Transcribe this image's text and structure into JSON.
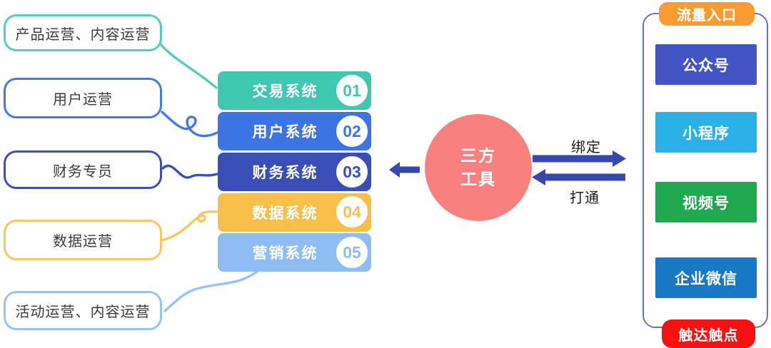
{
  "roles": [
    {
      "label": "产品运营、内容运营",
      "color": "#54ccc0"
    },
    {
      "label": "用户运营",
      "color": "#4678e8"
    },
    {
      "label": "财务专员",
      "color": "#3d4fb2"
    },
    {
      "label": "数据运营",
      "color": "#f7c85f"
    },
    {
      "label": "活动运营、内容运营",
      "color": "#93c4f4"
    }
  ],
  "systems": [
    {
      "label": "交易系统",
      "number": "01",
      "color": "#3fc7b2"
    },
    {
      "label": "用户系统",
      "number": "02",
      "color": "#3d74e4"
    },
    {
      "label": "财务系统",
      "number": "03",
      "color": "#3a4fb6"
    },
    {
      "label": "数据系统",
      "number": "04",
      "color": "#f8bf4b"
    },
    {
      "label": "营销系统",
      "number": "05",
      "color": "#8fbdf2"
    }
  ],
  "hub": {
    "line1": "三方",
    "line2": "工具",
    "color": "#f8807f"
  },
  "flows": {
    "arrow_color": "#3647ad",
    "bind_label": "绑定",
    "connect_label": "打通"
  },
  "channels": {
    "header": {
      "label": "流量入口",
      "color": "#f89b30"
    },
    "items": [
      {
        "label": "公众号",
        "color": "#4355c5"
      },
      {
        "label": "小程序",
        "color": "#2ab1e8"
      },
      {
        "label": "视频号",
        "color": "#20a850"
      },
      {
        "label": "企业微信",
        "color": "#1878c5"
      }
    ],
    "footer": {
      "label": "触达触点",
      "color": "#f71111"
    }
  }
}
